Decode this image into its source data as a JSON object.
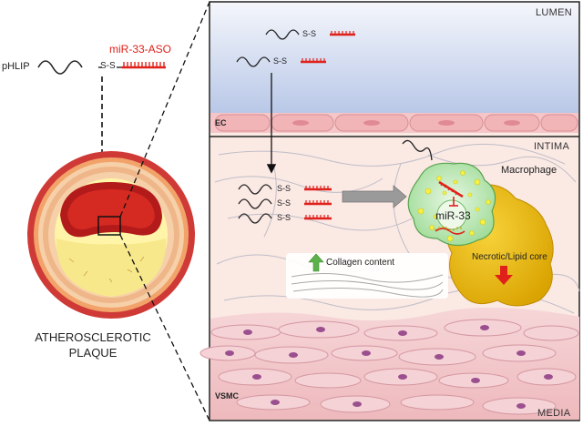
{
  "left": {
    "phlip_label": "pHLIP",
    "linker_label": "S-S",
    "aso_label": "miR-33-ASO",
    "plaque_label_line1": "ATHEROSCLEROTIC",
    "plaque_label_line2": "PLAQUE"
  },
  "panel": {
    "lumen_label": "LUMEN",
    "ec_label": "EC",
    "intima_label": "INTIMA",
    "macrophage_label": "Macrophage",
    "mir33_label": "miR-33",
    "collagen_label": "Collagen content",
    "core_label": "Necrotic/Lipid core",
    "vsmc_label": "VSMC",
    "media_label": "MEDIA",
    "linker_label": "S-S"
  },
  "colors": {
    "aso_red": "#e0211b",
    "lumen_blue": "#c9d6ee",
    "endothelium_pink": "#f1b5b8",
    "intima_bg": "#fbe9e4",
    "media_pink": "#f3c9cc",
    "macrophage_green": "#b9e6b4",
    "core_gold": "#e6b800",
    "arrow_green": "#5bb24a"
  }
}
